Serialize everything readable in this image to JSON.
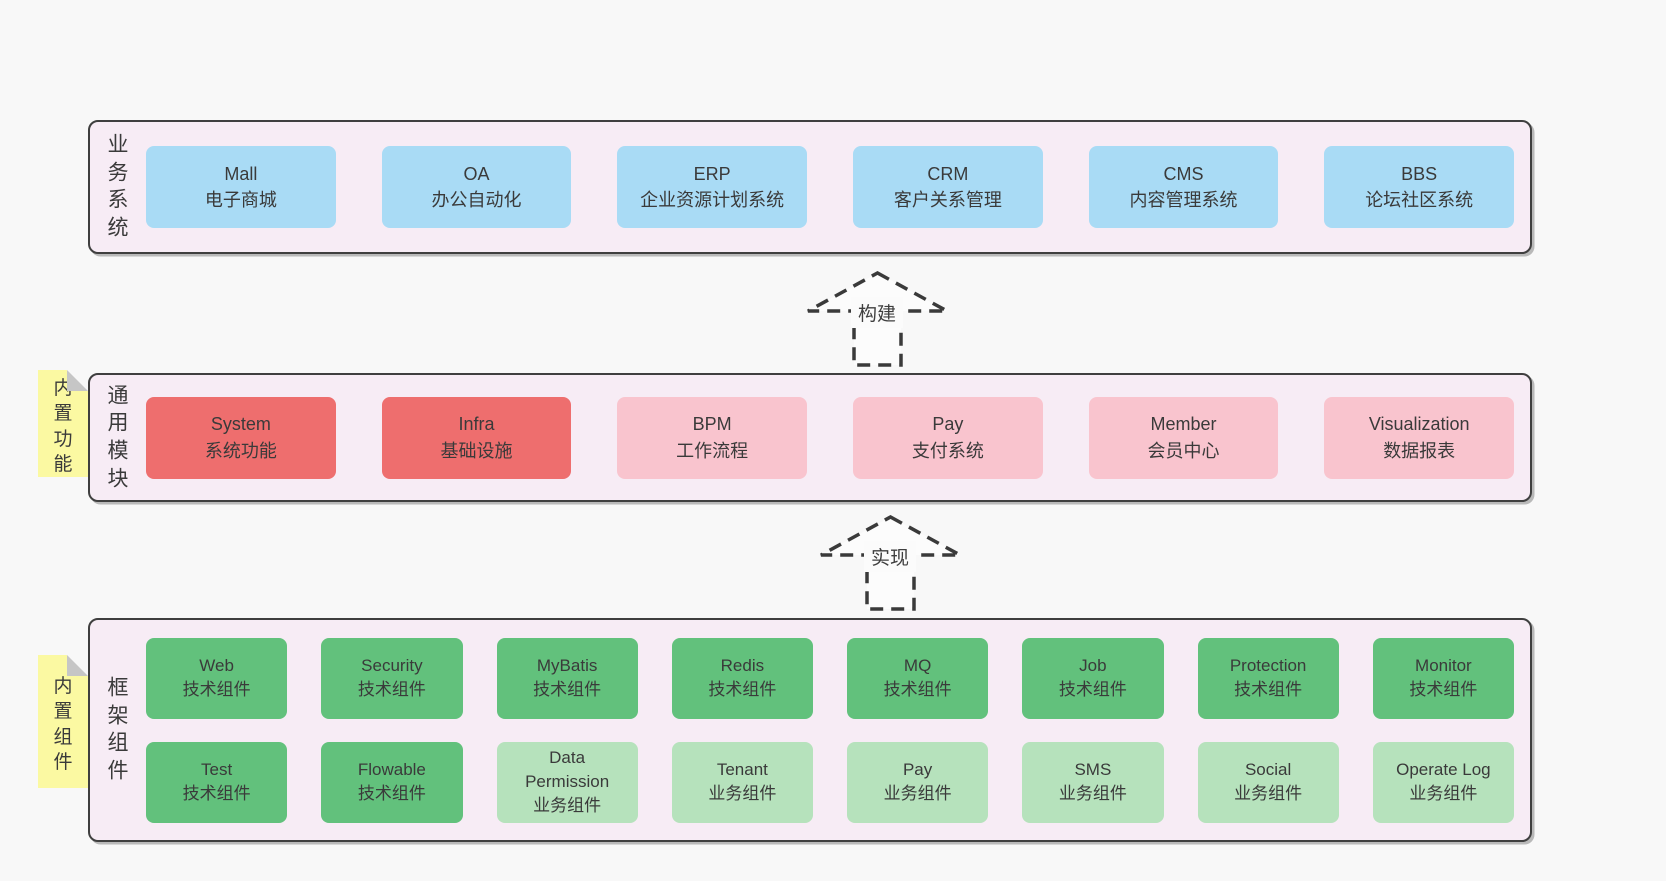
{
  "colors": {
    "page_bg": "#f8f8f8",
    "layer_bg": "#f7ecf5",
    "layer_border": "#3f3f3f",
    "blue_box": "#a9dbf5",
    "red_box": "#ee6e6e",
    "pink_box": "#f9c4ce",
    "green_box": "#62c17c",
    "light_green_box": "#b6e2bc",
    "note_yellow": "#fbf9a2",
    "note_fold": "#c6c6c6",
    "text": "#3a3a3a"
  },
  "layers": {
    "business": {
      "label": "业务系统",
      "boxes": [
        {
          "name": "Mall",
          "desc": "电子商城",
          "color": "blue"
        },
        {
          "name": "OA",
          "desc": "办公自动化",
          "color": "blue"
        },
        {
          "name": "ERP",
          "desc": "企业资源计划系统",
          "color": "blue"
        },
        {
          "name": "CRM",
          "desc": "客户关系管理",
          "color": "blue"
        },
        {
          "name": "CMS",
          "desc": "内容管理系统",
          "color": "blue"
        },
        {
          "name": "BBS",
          "desc": "论坛社区系统",
          "color": "blue"
        }
      ]
    },
    "common": {
      "label": "通用模块",
      "note": "内置功能",
      "boxes": [
        {
          "name": "System",
          "desc": "系统功能",
          "color": "red"
        },
        {
          "name": "Infra",
          "desc": "基础设施",
          "color": "red"
        },
        {
          "name": "BPM",
          "desc": "工作流程",
          "color": "pink"
        },
        {
          "name": "Pay",
          "desc": "支付系统",
          "color": "pink"
        },
        {
          "name": "Member",
          "desc": "会员中心",
          "color": "pink"
        },
        {
          "name": "Visualization",
          "desc": "数据报表",
          "color": "pink"
        }
      ]
    },
    "framework": {
      "label": "框架组件",
      "note": "内置组件",
      "rows": [
        [
          {
            "name": "Web",
            "desc": "技术组件",
            "color": "green"
          },
          {
            "name": "Security",
            "desc": "技术组件",
            "color": "green"
          },
          {
            "name": "MyBatis",
            "desc": "技术组件",
            "color": "green"
          },
          {
            "name": "Redis",
            "desc": "技术组件",
            "color": "green"
          },
          {
            "name": "MQ",
            "desc": "技术组件",
            "color": "green"
          },
          {
            "name": "Job",
            "desc": "技术组件",
            "color": "green"
          },
          {
            "name": "Protection",
            "desc": "技术组件",
            "color": "green"
          },
          {
            "name": "Monitor",
            "desc": "技术组件",
            "color": "green"
          }
        ],
        [
          {
            "name": "Test",
            "desc": "技术组件",
            "color": "green"
          },
          {
            "name": "Flowable",
            "desc": "技术组件",
            "color": "green"
          },
          {
            "name": "Data Permission",
            "desc": "业务组件",
            "color": "light-green"
          },
          {
            "name": "Tenant",
            "desc": "业务组件",
            "color": "light-green"
          },
          {
            "name": "Pay",
            "desc": "业务组件",
            "color": "light-green"
          },
          {
            "name": "SMS",
            "desc": "业务组件",
            "color": "light-green"
          },
          {
            "name": "Social",
            "desc": "业务组件",
            "color": "light-green"
          },
          {
            "name": "Operate Log",
            "desc": "业务组件",
            "color": "light-green"
          }
        ]
      ]
    }
  },
  "arrows": [
    {
      "label": "构建"
    },
    {
      "label": "实现"
    }
  ]
}
